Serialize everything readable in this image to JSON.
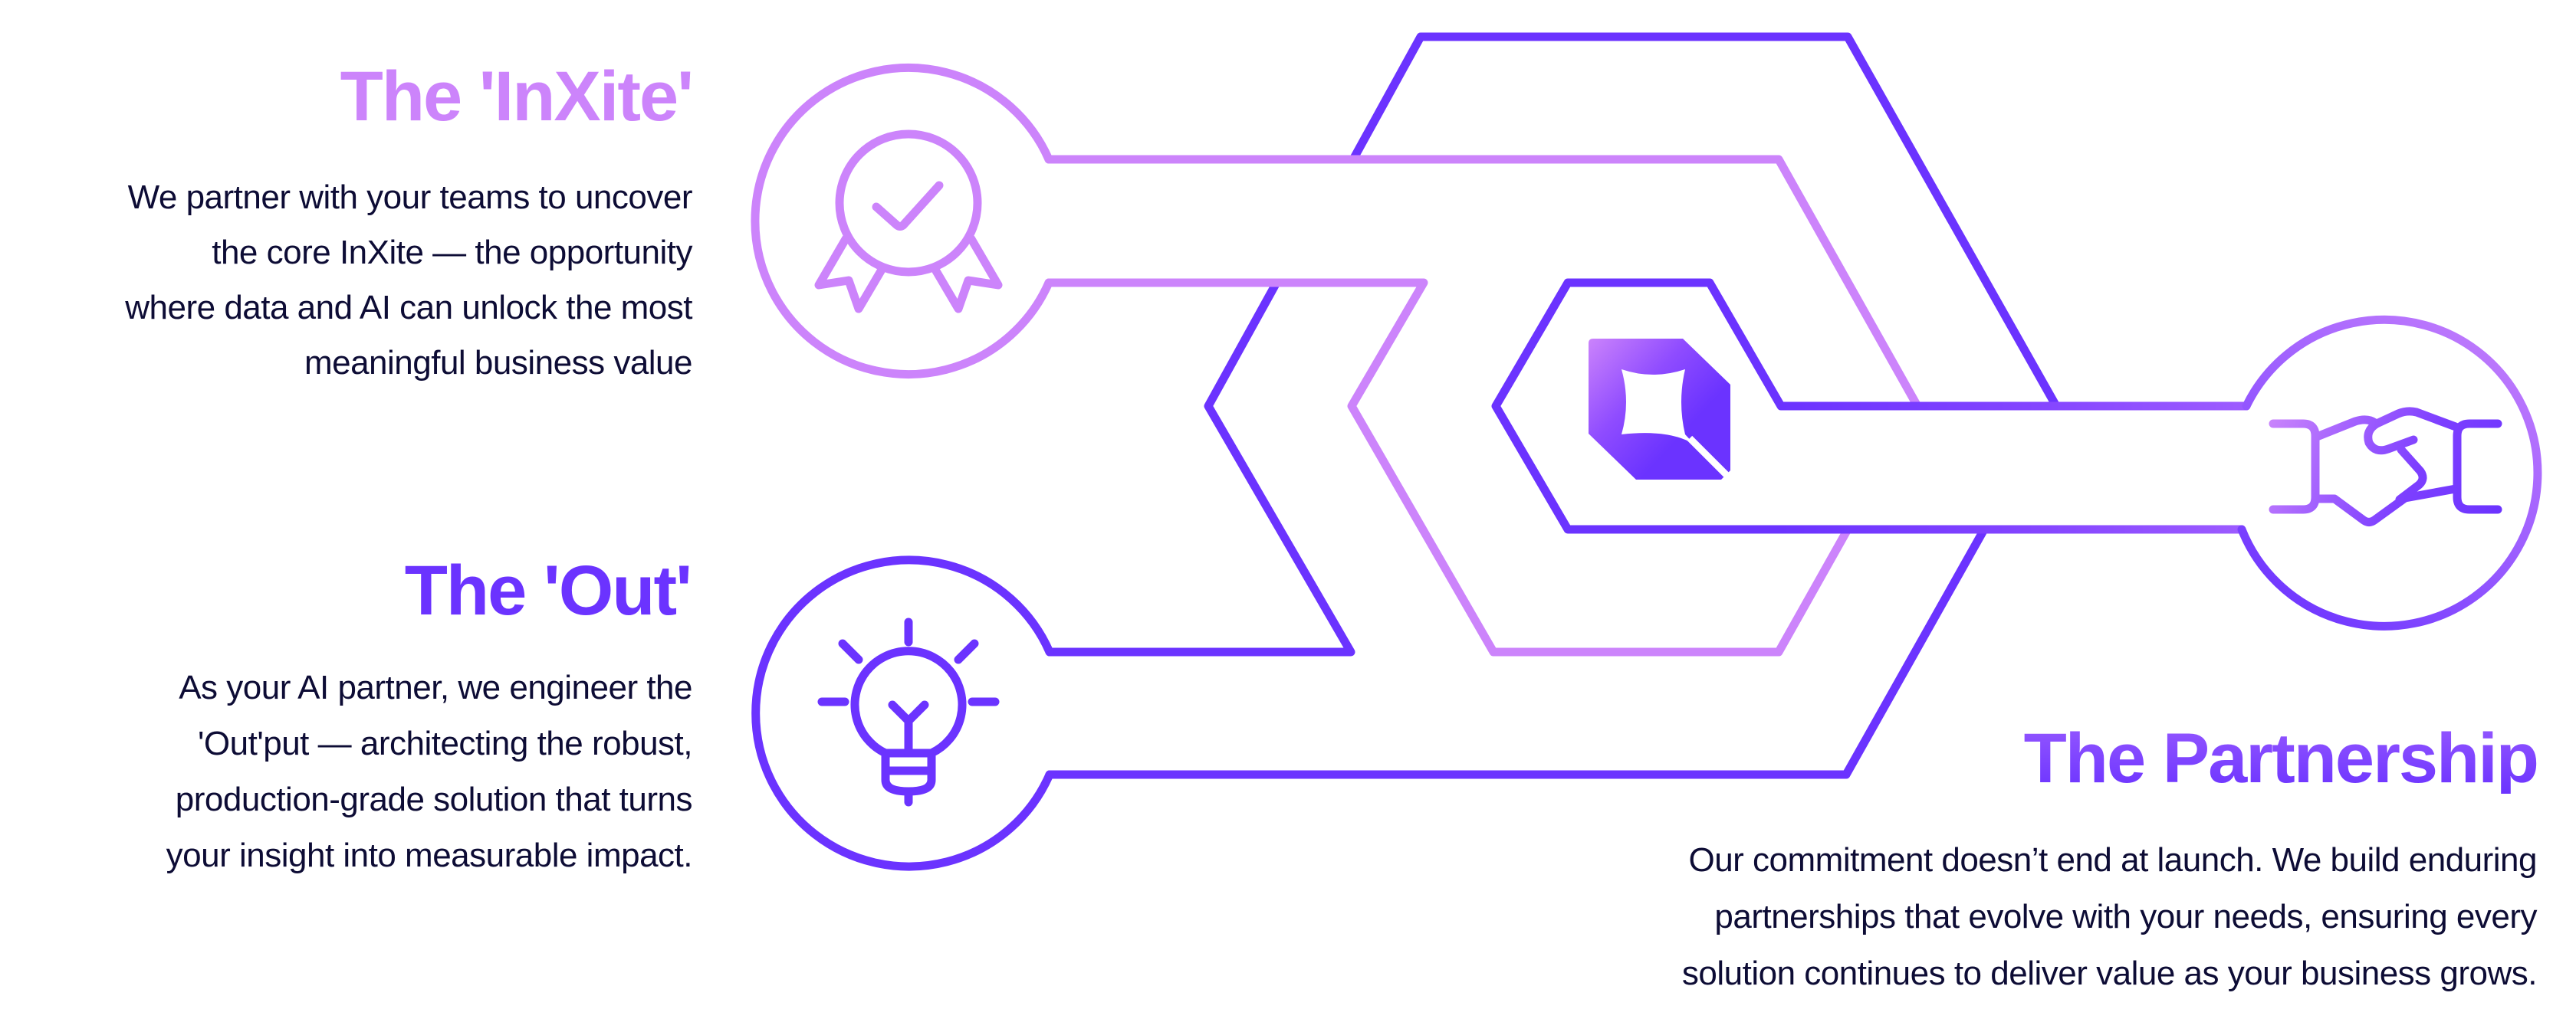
{
  "colors": {
    "light_purple": "#cc84fb",
    "dark_purple": "#6b33ff",
    "text_navy": "#0d0c35",
    "background": "#ffffff"
  },
  "sections": {
    "inxite": {
      "title": "The 'InXite'",
      "icon": "award-medal-check-icon",
      "lines": [
        "We partner with your teams to uncover",
        "the core InXite — the opportunity",
        "where data and AI can unlock the most",
        "meaningful business value"
      ]
    },
    "out": {
      "title": "The 'Out'",
      "icon": "lightbulb-icon",
      "lines": [
        "As your AI partner, we engineer the",
        "'Out'put — architecting the robust,",
        "production-grade solution that turns",
        "your insight into measurable impact."
      ]
    },
    "partnership": {
      "title": "The Partnership",
      "icon": "handshake-icon",
      "lines": [
        "Our commitment doesn’t end at launch. We build enduring",
        "partnerships that evolve with your needs, ensuring every",
        "solution continues to deliver value as your business grows."
      ]
    }
  },
  "center_logo": {
    "icon": "brand-logo-icon"
  }
}
